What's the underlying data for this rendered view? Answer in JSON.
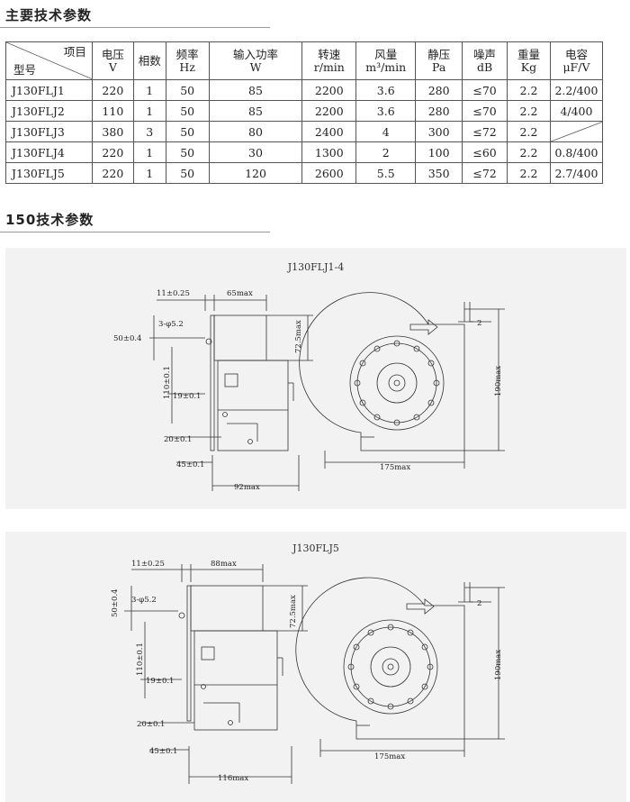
{
  "section1": {
    "title": "主要技术参数"
  },
  "table": {
    "corner_top": "项目",
    "corner_bottom": "型号",
    "columns": [
      {
        "l1": "电压",
        "l2": "V"
      },
      {
        "l1": "相数",
        "l2": ""
      },
      {
        "l1": "频率",
        "l2": "Hz"
      },
      {
        "l1": "输入功率",
        "l2": "W"
      },
      {
        "l1": "转速",
        "l2": "r/min"
      },
      {
        "l1": "风量",
        "l2": "m³/min"
      },
      {
        "l1": "静压",
        "l2": "Pa"
      },
      {
        "l1": "噪声",
        "l2": "dB"
      },
      {
        "l1": "重量",
        "l2": "Kg"
      },
      {
        "l1": "电容",
        "l2": "μF/V"
      }
    ],
    "rows": [
      [
        "J130FLJ1",
        "220",
        "1",
        "50",
        "85",
        "2200",
        "3.6",
        "280",
        "≤70",
        "2.2",
        "2.2/400"
      ],
      [
        "J130FLJ2",
        "110",
        "1",
        "50",
        "85",
        "2200",
        "3.6",
        "280",
        "≤70",
        "2.2",
        "4/400"
      ],
      [
        "J130FLJ3",
        "380",
        "3",
        "50",
        "80",
        "2400",
        "4",
        "300",
        "≤72",
        "2.2",
        ""
      ],
      [
        "J130FLJ4",
        "220",
        "1",
        "50",
        "30",
        "1300",
        "2",
        "100",
        "≤60",
        "2.2",
        "0.8/400"
      ],
      [
        "J130FLJ5",
        "220",
        "1",
        "50",
        "120",
        "2600",
        "5.5",
        "350",
        "≤72",
        "2.2",
        "2.7/400"
      ]
    ]
  },
  "section2": {
    "title": "150技术参数"
  },
  "drawing1": {
    "title": "J130FLJ1-4",
    "dims": {
      "d11": "11±0.25",
      "width": "65max",
      "holes": "3-φ5.2",
      "d50": "50±0.4",
      "d725": "72.5max",
      "d110": "110±0.1",
      "d19": "19±0.1",
      "d20": "20±0.1",
      "d45": "45±0.1",
      "depth": "92max",
      "d2": "2",
      "d190": "190max",
      "d175": "175max"
    }
  },
  "drawing2": {
    "title": "J130FLJ5",
    "dims": {
      "d11": "11±0.25",
      "width": "88max",
      "holes": "3-φ5.2",
      "d50": "50±0.4",
      "d725": "72.5max",
      "d110": "110±0.1",
      "d19": "19±0.1",
      "d20": "20±0.1",
      "d45": "45±0.1",
      "depth": "116max",
      "d2": "2",
      "d190": "190max",
      "d175": "175max"
    }
  }
}
